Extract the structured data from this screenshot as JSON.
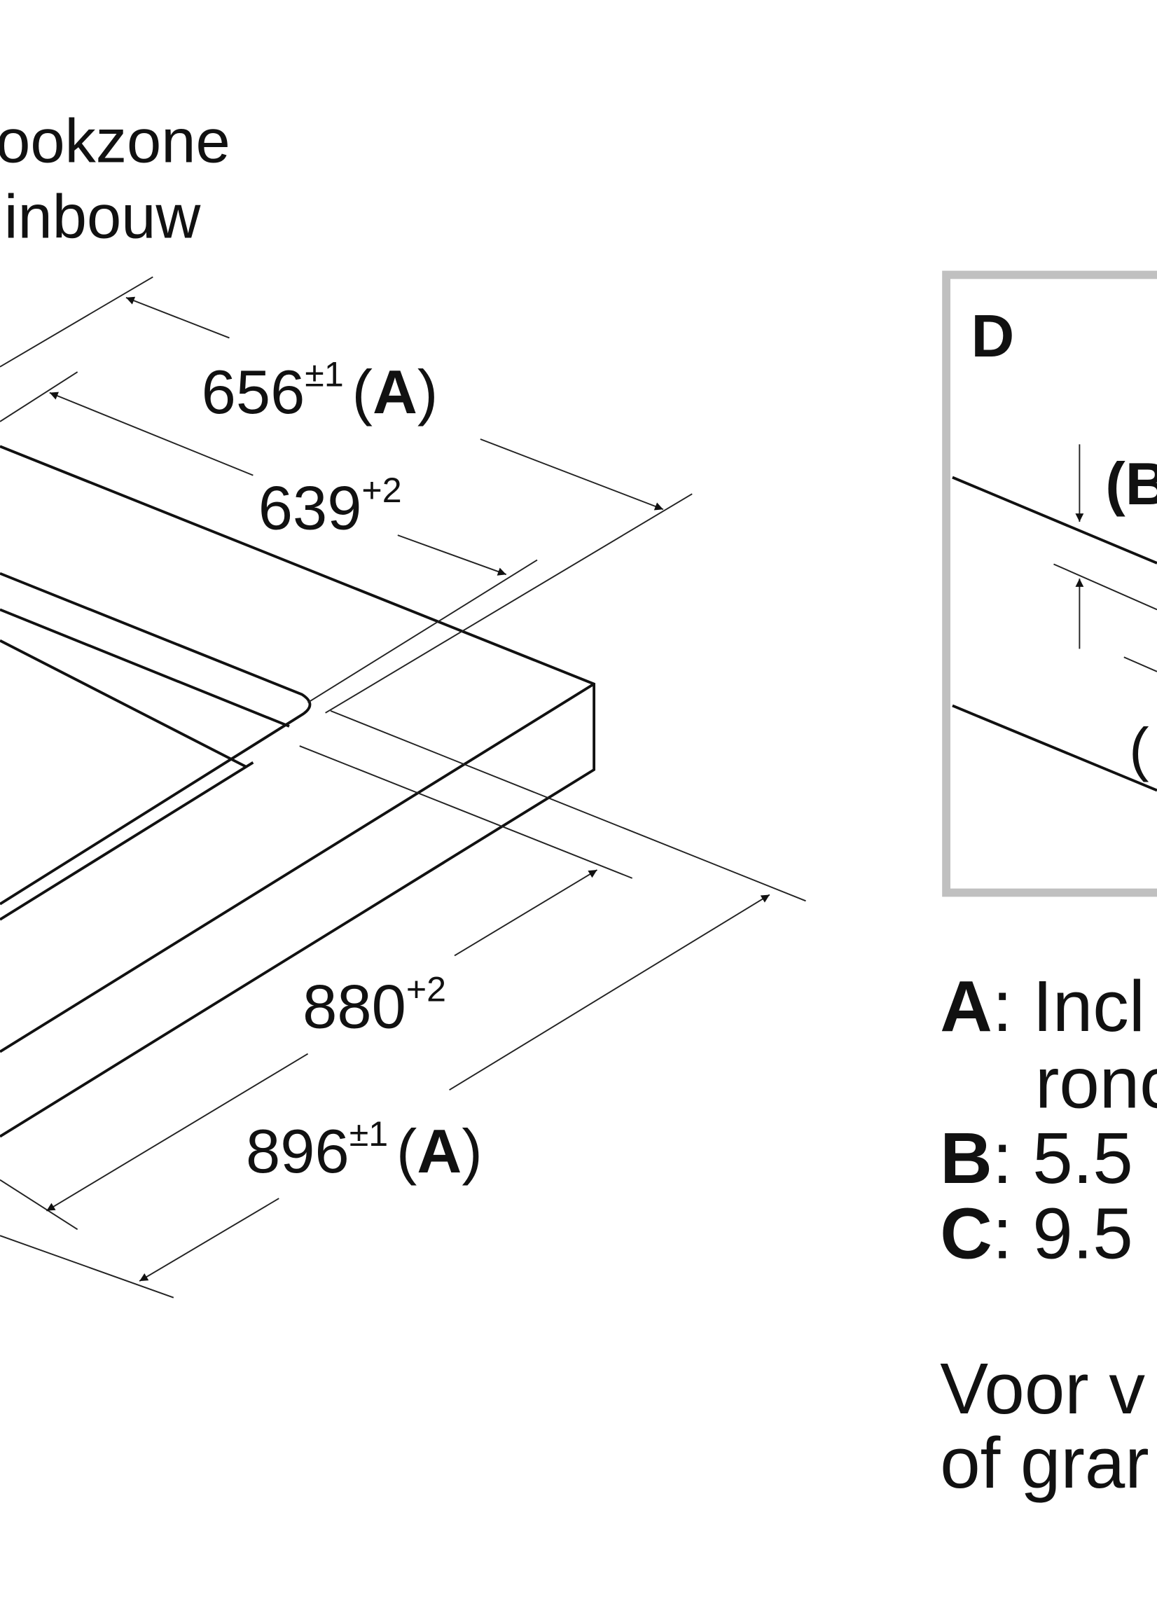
{
  "title": {
    "line1": "ookzone",
    "line2": "inbouw"
  },
  "dimensions": {
    "d656": {
      "value": "656",
      "tol": "±1",
      "ref_open": "(",
      "ref": "A",
      "ref_close": ")"
    },
    "d639": {
      "value": "639",
      "tol": "+2"
    },
    "d880": {
      "value": "880",
      "tol": "+2"
    },
    "d896": {
      "value": "896",
      "tol": "±1",
      "ref_open": "(",
      "ref": "A",
      "ref_close": ")"
    }
  },
  "detail": {
    "label": "D",
    "b_label": "(B",
    "c_label": "(",
    "border_color": "#c0c0c0"
  },
  "legend": {
    "a_key": "A",
    "a_text": ": Incl",
    "a_text2": "ronc",
    "b_key": "B",
    "b_text": ": 5.5",
    "c_key": "C",
    "c_text": ": 9.5",
    "note1": "Voor v",
    "note2": "of grar"
  }
}
